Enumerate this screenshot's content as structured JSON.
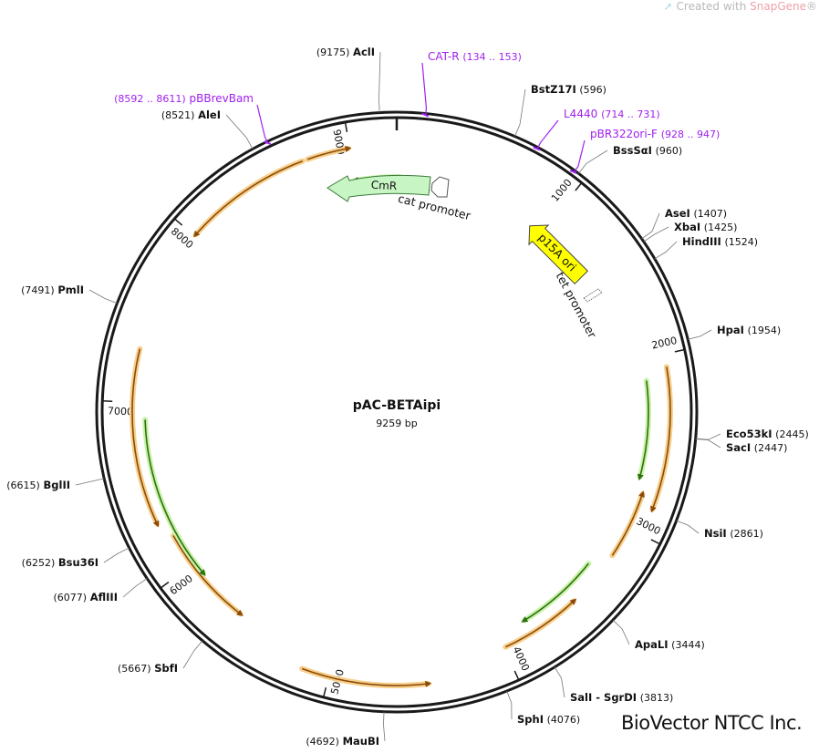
{
  "watermark": {
    "prefix": "Created with ",
    "brand": "SnapGene",
    "reg": "®"
  },
  "company": "BioVector NTCC Inc.",
  "plasmid": {
    "name": "pAC-BETAipi",
    "size_label": "9259 bp",
    "length": 9259
  },
  "tick_labels": [
    {
      "pos": 1000,
      "label": "1000"
    },
    {
      "pos": 2000,
      "label": "2000"
    },
    {
      "pos": 3000,
      "label": "3000"
    },
    {
      "pos": 4000,
      "label": "4000"
    },
    {
      "pos": 5000,
      "label": "5000"
    },
    {
      "pos": 6000,
      "label": "6000"
    },
    {
      "pos": 7000,
      "label": "7000"
    },
    {
      "pos": 8000,
      "label": "8000"
    },
    {
      "pos": 9000,
      "label": "9000"
    }
  ],
  "sites": [
    {
      "name": "AclI",
      "coord": "(9175)",
      "pos": 9175
    },
    {
      "name": "BstZ17I",
      "coord": "(596)",
      "pos": 596
    },
    {
      "name": "BssSαI",
      "coord": "(960)",
      "pos": 960
    },
    {
      "name": "AseI",
      "coord": "(1407)",
      "pos": 1407
    },
    {
      "name": "XbaI",
      "coord": "(1425)",
      "pos": 1425
    },
    {
      "name": "HindIII",
      "coord": "(1524)",
      "pos": 1524
    },
    {
      "name": "HpaI",
      "coord": "(1954)",
      "pos": 1954
    },
    {
      "name": "Eco53kI",
      "coord": "(2445)",
      "pos": 2445
    },
    {
      "name": "SacI",
      "coord": "(2447)",
      "pos": 2447
    },
    {
      "name": "NsiI",
      "coord": "(2861)",
      "pos": 2861
    },
    {
      "name": "ApaLI",
      "coord": "(3444)",
      "pos": 3444
    },
    {
      "name": "SalI - SgrDI",
      "coord": "(3813)",
      "pos": 3813
    },
    {
      "name": "SphI",
      "coord": "(4076)",
      "pos": 4076
    },
    {
      "name": "MauBI",
      "coord": "(4692)",
      "pos": 4692
    },
    {
      "name": "SbfI",
      "coord": "(5667)",
      "pos": 5667
    },
    {
      "name": "AflIII",
      "coord": "(6077)",
      "pos": 6077
    },
    {
      "name": "Bsu36I",
      "coord": "(6252)",
      "pos": 6252
    },
    {
      "name": "BglII",
      "coord": "(6615)",
      "pos": 6615
    },
    {
      "name": "PmlI",
      "coord": "(7491)",
      "pos": 7491
    },
    {
      "name": "AleI",
      "coord": "(8521)",
      "pos": 8521
    }
  ],
  "primers": [
    {
      "name": "CAT-R",
      "coord": "(134 .. 153)",
      "pos": 143
    },
    {
      "name": "L4440",
      "coord": "(714 .. 731)",
      "pos": 722
    },
    {
      "name": "pBR322ori-F",
      "coord": "(928 .. 947)",
      "pos": 937
    },
    {
      "name": "pBBrevBam",
      "coord": "(8592 .. 8611)",
      "pos": 8601
    }
  ],
  "features": {
    "cmr": {
      "label": "CmR",
      "color": "#c8f5c4"
    },
    "cat_promoter": {
      "label": "cat promoter"
    },
    "p15a": {
      "label": "p15A ori",
      "color": "#ffff00"
    },
    "tet_promoter": {
      "label": "tet promoter"
    }
  },
  "colors": {
    "ring": "#1a1a1a",
    "primer": "#a020f0",
    "orange_glow": "#f7cf8a",
    "orange_arc": "#8a4a0a",
    "green_glow": "#c9f2a9",
    "green_arc": "#2f6f10"
  }
}
